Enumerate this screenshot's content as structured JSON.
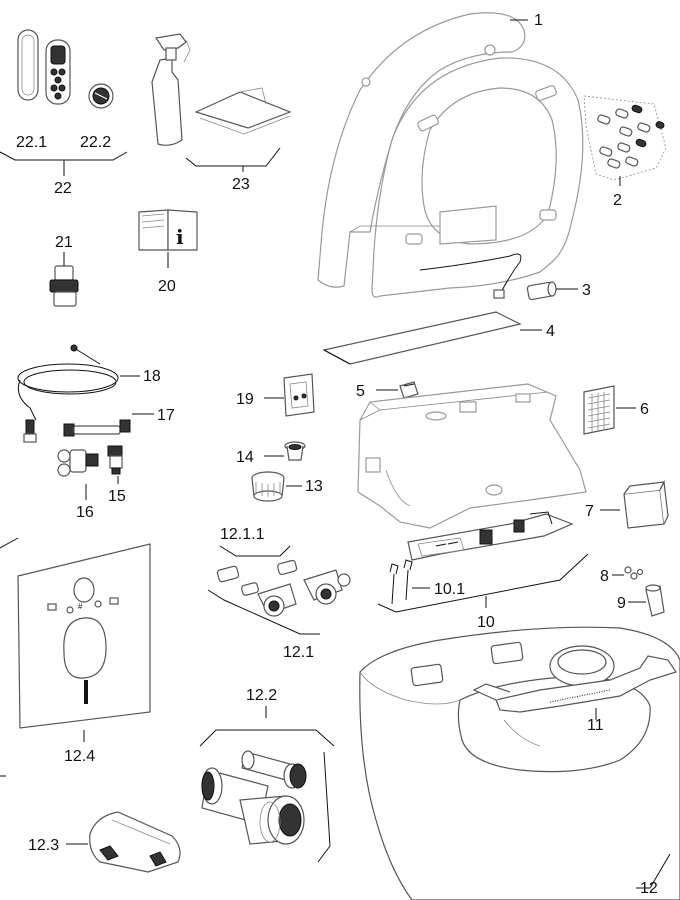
{
  "labels": {
    "l1": "1",
    "l2": "2",
    "l3": "3",
    "l4": "4",
    "l5": "5",
    "l6": "6",
    "l7": "7",
    "l8": "8",
    "l9": "9",
    "l10": "10",
    "l10_1": "10.1",
    "l11": "11",
    "l12": "12",
    "l12_1": "12.1",
    "l12_1_1": "12.1.1",
    "l12_2": "12.2",
    "l12_3": "12.3",
    "l12_4": "12.4",
    "l13": "13",
    "l14": "14",
    "l15": "15",
    "l16": "16",
    "l17": "17",
    "l18": "18",
    "l19": "19",
    "l20": "20",
    "l21": "21",
    "l22": "22",
    "l22_1": "22.1",
    "l22_2": "22.2",
    "l23": "23"
  },
  "icons": {
    "info": "i"
  }
}
